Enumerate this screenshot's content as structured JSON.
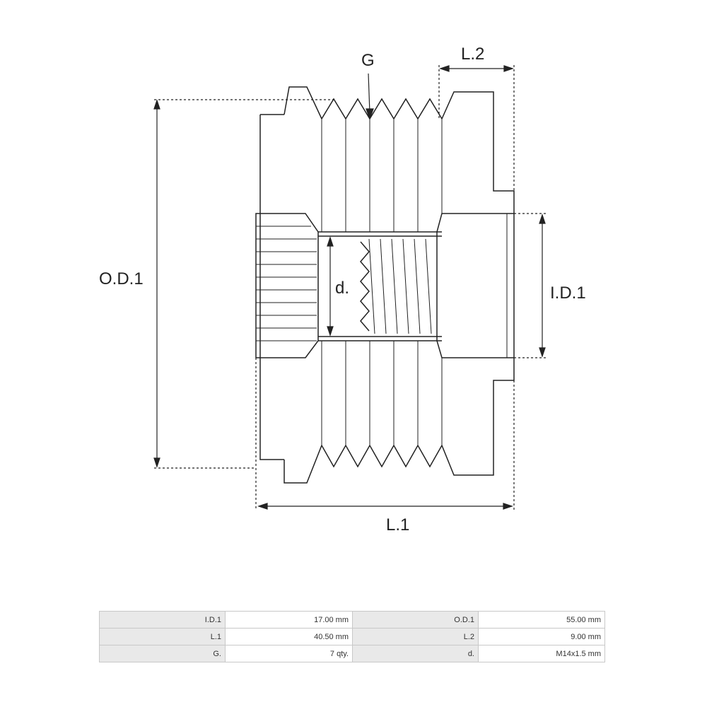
{
  "diagram": {
    "labels": {
      "grooves": "G",
      "length_2": "L.2",
      "outer_diameter": "O.D.1",
      "inner_diameter": "I.D.1",
      "thread": "d.",
      "length_1": "L.1"
    },
    "groove_count": 7
  },
  "specs": {
    "rows": [
      [
        {
          "key": "I.D.1",
          "value": "17.00 mm"
        },
        {
          "key": "O.D.1",
          "value": "55.00 mm"
        }
      ],
      [
        {
          "key": "L.1",
          "value": "40.50 mm"
        },
        {
          "key": "L.2",
          "value": "9.00 mm"
        }
      ],
      [
        {
          "key": "G.",
          "value": "7 qty."
        },
        {
          "key": "d.",
          "value": "M14x1.5 mm"
        }
      ]
    ]
  },
  "colors": {
    "line": "#222222",
    "table_key_bg": "#e9e9e9",
    "table_border": "#c8c8c8"
  }
}
